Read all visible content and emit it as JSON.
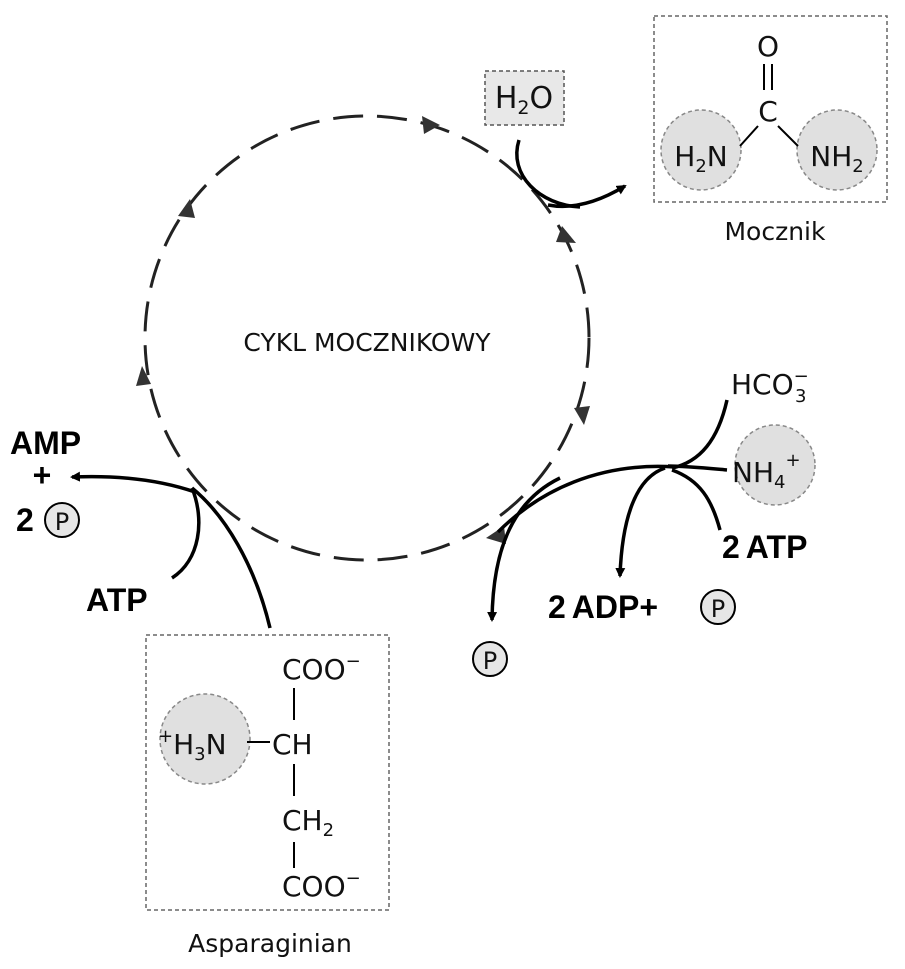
{
  "cycle": {
    "label": "CYKL MOCZNIKOWY"
  },
  "water": {
    "label": "H",
    "sub": "2",
    "tail": "O"
  },
  "urea": {
    "name": "Mocznik",
    "oxygen": "O",
    "carbon": "C",
    "left_group": {
      "label": "H",
      "sub": "2",
      "tail": "N"
    },
    "right_group": {
      "label": "NH",
      "sub": "2"
    }
  },
  "inputs_right": {
    "bicarbonate": {
      "label": "HCO",
      "sub": "3",
      "sup": "−"
    },
    "ammonium": {
      "label": "NH",
      "sub": "4",
      "sup": "+"
    },
    "atp": {
      "coef": "2",
      "label": "ATP"
    },
    "products": {
      "coef": "2",
      "label": "ADP+",
      "phosphate": "P"
    },
    "released_phosphate": "P"
  },
  "inputs_left": {
    "amp": "AMP",
    "plus": "+",
    "coef": "2",
    "phosphate": "P",
    "atp": "ATP"
  },
  "aspartate": {
    "name": "Asparaginian",
    "top_group": {
      "label": "COO",
      "sup": "−"
    },
    "amino": {
      "sup": "+",
      "label": "H",
      "sub": "3",
      "tail": "N"
    },
    "alpha_carbon": "CH",
    "methylene": {
      "label": "CH",
      "sub": "2"
    },
    "bottom_group": {
      "label": "COO",
      "sup": "−"
    }
  }
}
